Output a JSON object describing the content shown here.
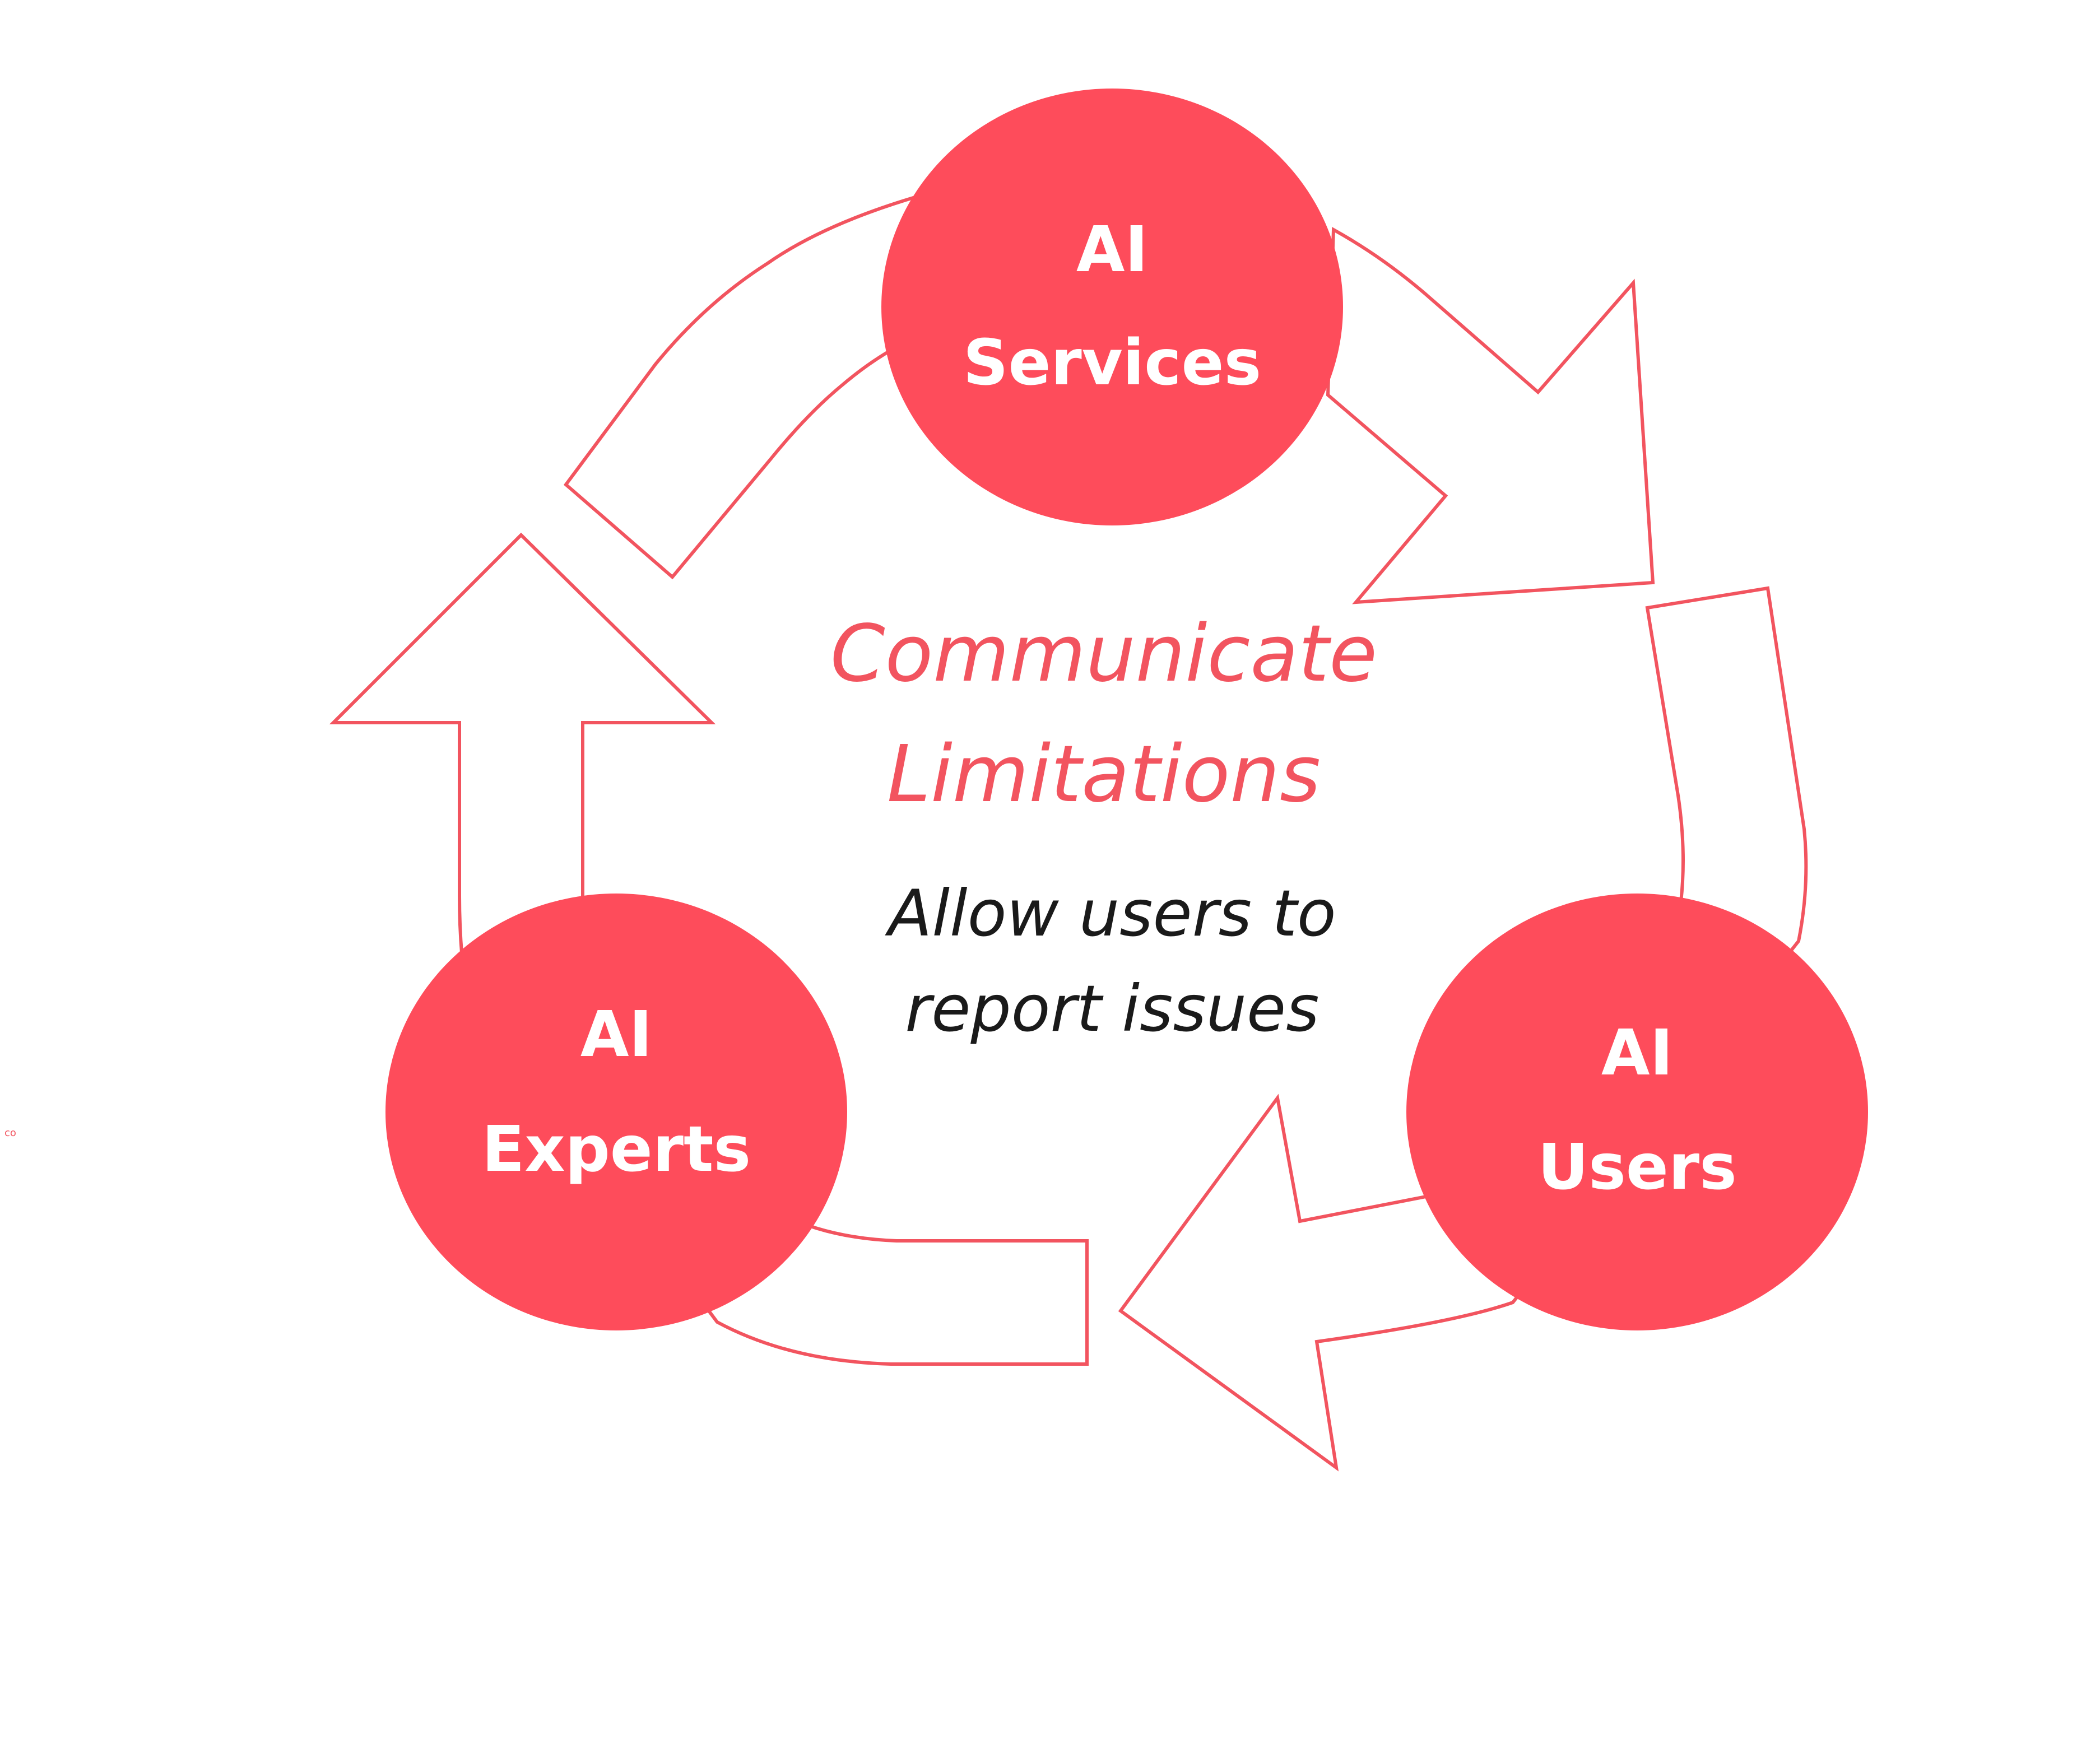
{
  "colors": {
    "node_fill": "#fe4c5b",
    "node_text": "#ffffff",
    "arrow_stroke": "#f2545f",
    "title": "#f2545f",
    "description": "#1a1a1a",
    "background": "#ffffff"
  },
  "nodes": {
    "services": {
      "line1": "AI",
      "line2": "Services"
    },
    "users": {
      "line1": "AI",
      "line2": "Users"
    },
    "experts": {
      "line1": "AI",
      "line2": "Experts"
    }
  },
  "center": {
    "title_line1": "Communicate",
    "title_line2": "Limitations",
    "desc_line1": "Allow users to",
    "desc_line2": "report issues"
  },
  "side_label": "co"
}
